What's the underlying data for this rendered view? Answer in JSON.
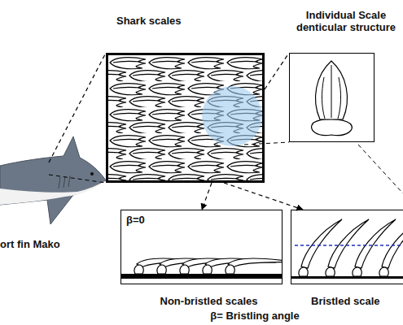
{
  "diagram": {
    "nodes": [
      {
        "text": [
          "Shark scales"
        ]
      },
      {
        "text": [
          "Individual Scale denticular structure"
        ]
      },
      {
        "text": [
          "ort fin Mako"
        ]
      },
      {
        "text": [
          "β=0",
          "Non-bristled scales"
        ]
      },
      {
        "text": [
          "Bristled scale"
        ]
      }
    ],
    "edges": [
      {
        "from": 2,
        "to": 0,
        "arrow": "none"
      },
      {
        "from": 0,
        "to": 1,
        "arrow": "none"
      },
      {
        "from": 0,
        "to": 3,
        "arrow": "to"
      },
      {
        "from": 0,
        "to": 4,
        "arrow": "to"
      }
    ],
    "labels": [
      "β= Bristling angle"
    ]
  }
}
